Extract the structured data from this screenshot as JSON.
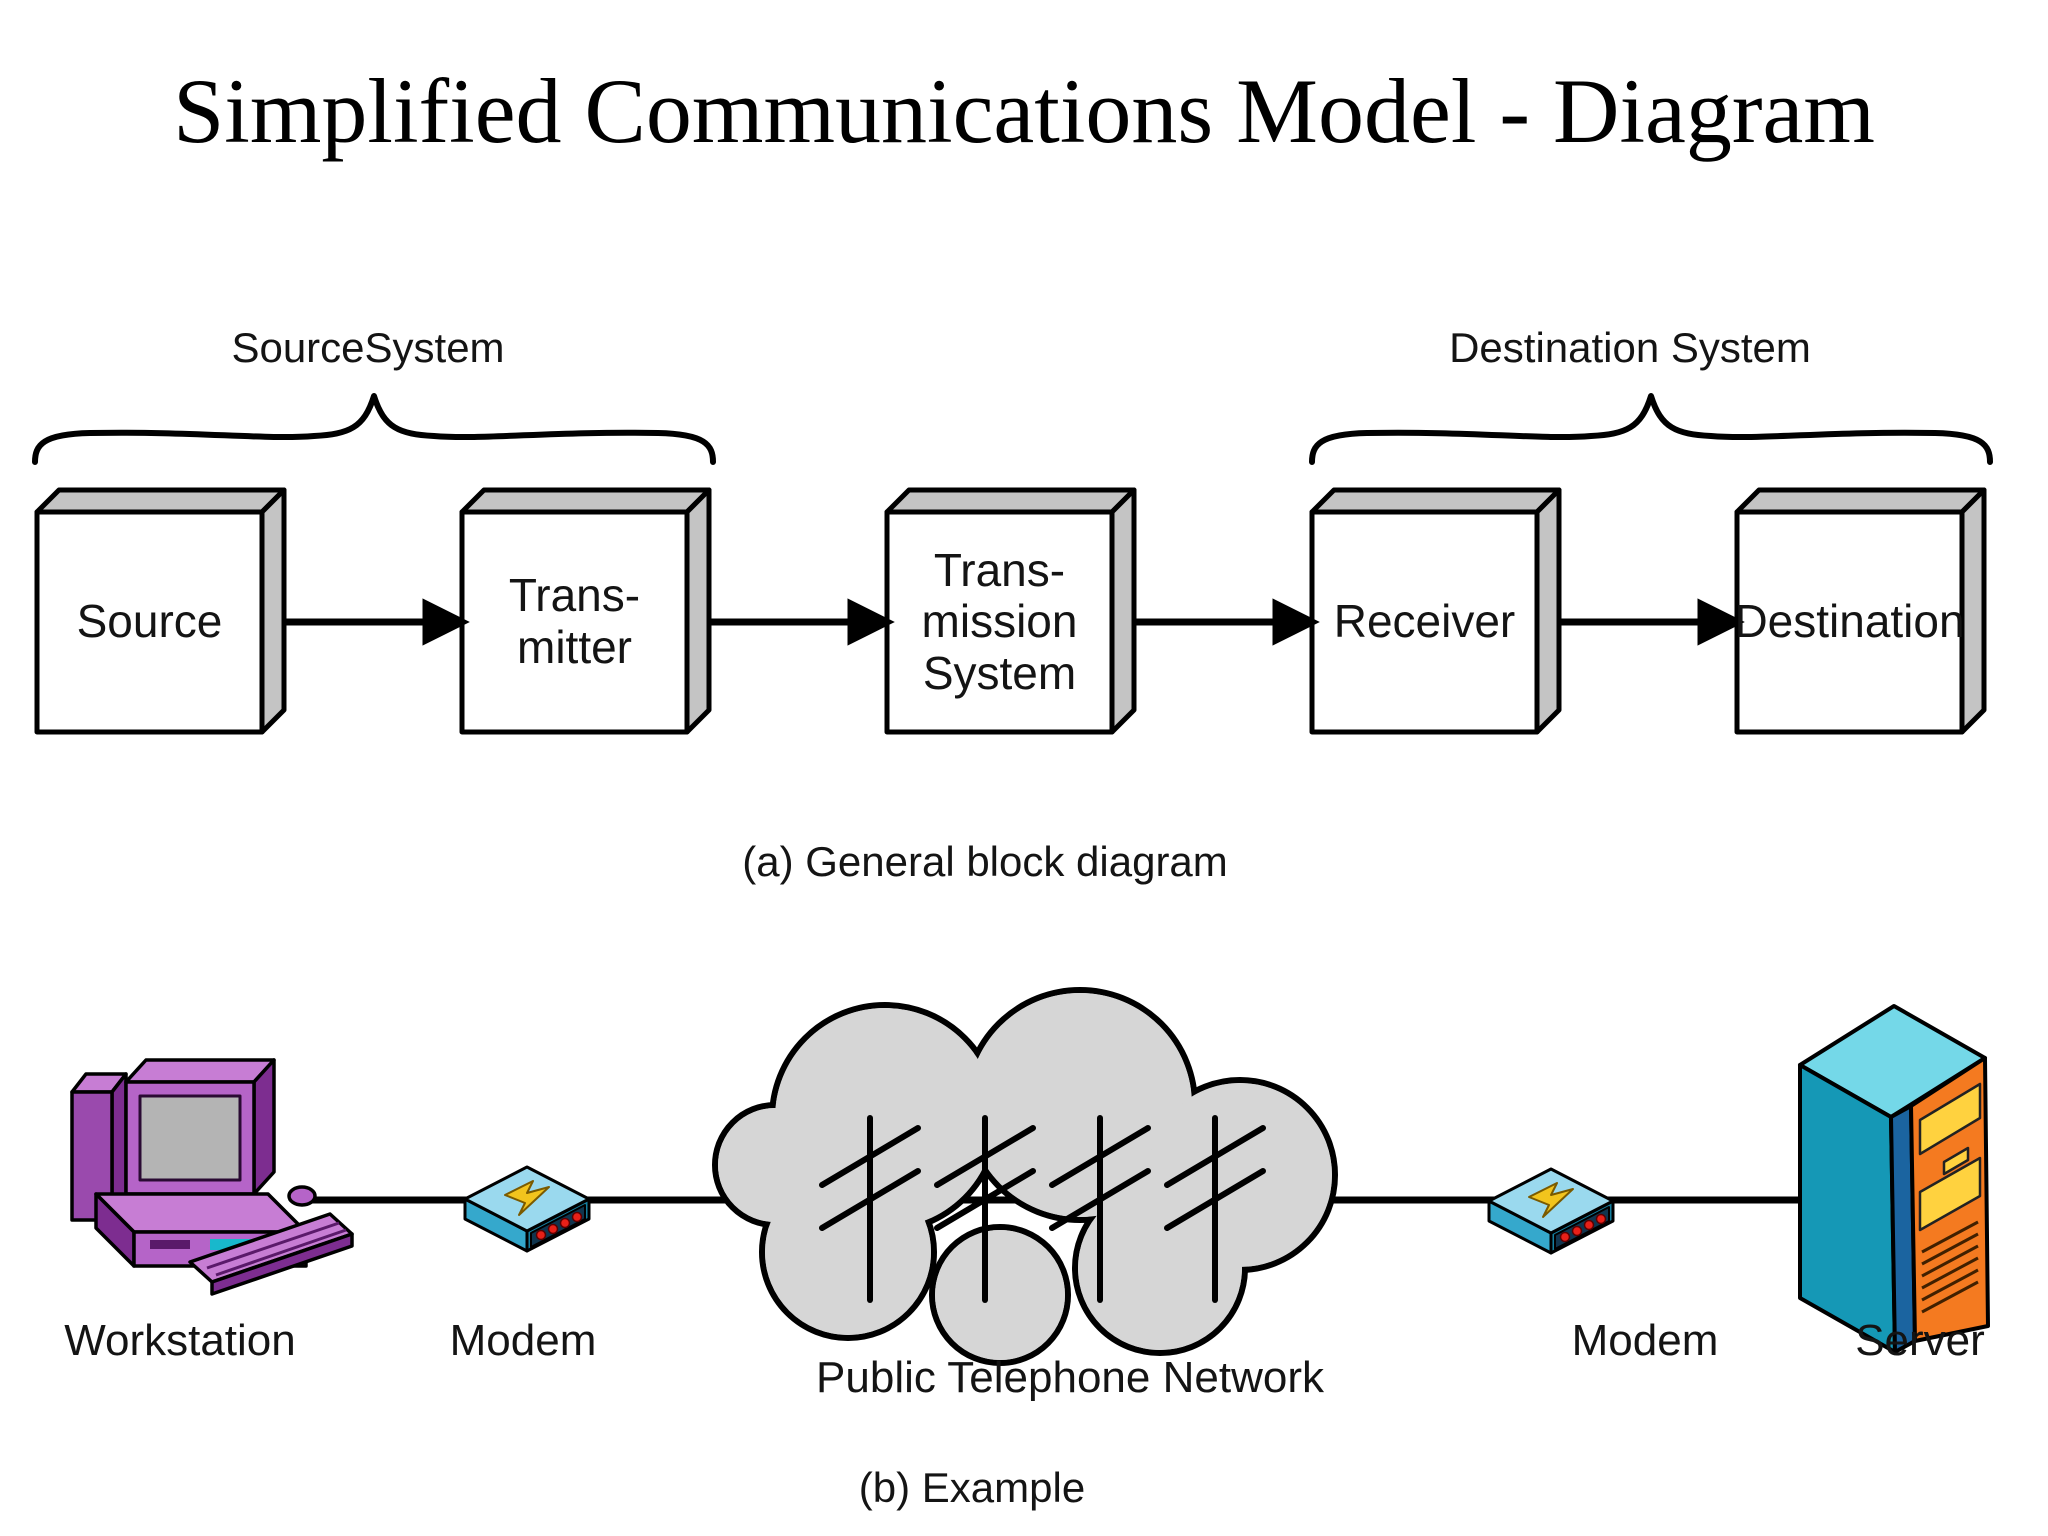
{
  "title": "Simplified Communications Model - Diagram",
  "diagram_a": {
    "caption": "(a) General block diagram",
    "source_system_label": "SourceSystem",
    "destination_system_label": "Destination System",
    "boxes": [
      {
        "lines": [
          "Source"
        ]
      },
      {
        "lines": [
          "Trans-",
          "mitter"
        ]
      },
      {
        "lines": [
          "Trans-",
          "mission",
          "System"
        ]
      },
      {
        "lines": [
          "Receiver"
        ]
      },
      {
        "lines": [
          "Destination"
        ]
      }
    ]
  },
  "diagram_b": {
    "caption": "(b) Example",
    "labels": {
      "workstation": "Workstation",
      "modem_left": "Modem",
      "network": "Public Telephone Network",
      "modem_right": "Modem",
      "server": "Server"
    }
  },
  "icons": {
    "workstation": "purple-desktop-computer-icon",
    "modem": "cyan-modem-lightning-icon",
    "network": "gray-cloud-telephone-poles-icon",
    "server": "teal-orange-server-tower-icon"
  },
  "colors": {
    "ink": "#000000",
    "box_face": "#ffffff",
    "box_side": "#c4c4c4",
    "cloud_fill": "#d6d6d6",
    "workstation_purple": "#b564c8",
    "workstation_purple_light": "#c77dd4",
    "workstation_purple_dark": "#7d2d90",
    "workstation_purple_mid": "#9a4aad",
    "screen_gray": "#b4b4b4",
    "teal_accent": "#18b8cc",
    "modem_top": "#9ad9ee",
    "modem_side": "#35a8cc",
    "modem_face": "#157f9f",
    "modem_panel": "#10354e",
    "modem_led": "#e82018",
    "lightning_yellow": "#f2c41d",
    "server_top": "#74d8e8",
    "server_teal": "#1598b6",
    "server_stripe": "#1b64a0",
    "server_orange": "#f47a20",
    "server_panel_yellow": "#ffd23f"
  }
}
